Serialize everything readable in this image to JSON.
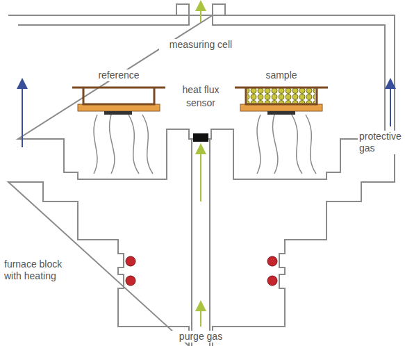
{
  "diagram": {
    "labels": [
      "measuring cell",
      "reference",
      "sample",
      "heat flux sensor",
      "protective gas",
      "furnace block with heating",
      "purge gas"
    ]
  }
}
